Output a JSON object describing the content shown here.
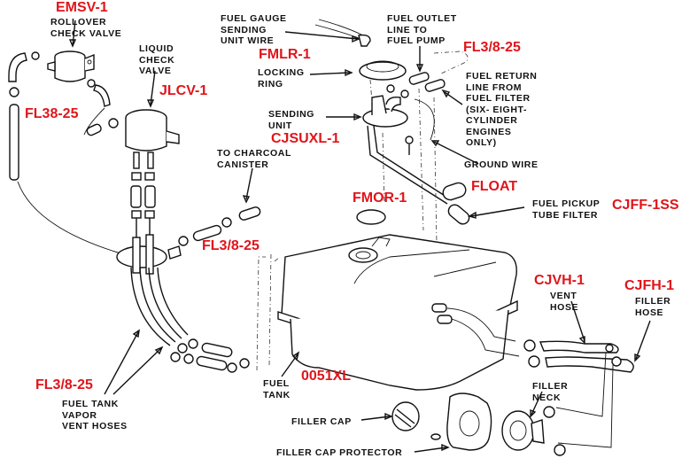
{
  "diagram": {
    "title": "Fuel tank and vapor system exploded view",
    "part_numbers": {
      "rollover_check_valve": "EMSV-1",
      "hose_left": "FL38-25",
      "liquid_check_valve": "JLCV-1",
      "locking_ring": "FMLR-1",
      "sending_unit": "CJSUXL-1",
      "fuel_outlet_return_hose": "FL3/8-25",
      "o_ring": "FMOR-1",
      "float": "FLOAT",
      "pickup_filter": "CJFF-1SS",
      "canister_hose": "FL3/8-25",
      "vent_hoses": "FL3/8-25",
      "fuel_tank": "0051XL",
      "vent_hose": "CJVH-1",
      "filler_hose": "CJFH-1"
    },
    "labels": {
      "rollover_check_valve": "ROLLOVER\nCHECK VALVE",
      "liquid_check_valve": "LIQUID\nCHECK\nVALVE",
      "fuel_gauge_wire": "FUEL GAUGE\nSENDING\nUNIT WIRE",
      "fuel_outlet": "FUEL OUTLET\nLINE TO\nFUEL PUMP",
      "locking_ring": "LOCKING\nRING",
      "fuel_return": "FUEL RETURN\nLINE FROM\nFUEL FILTER\n(SIX- EIGHT-\nCYLINDER\nENGINES\nONLY)",
      "sending_unit": "SENDING\nUNIT",
      "to_charcoal": "TO CHARCOAL\nCANISTER",
      "ground_wire": "GROUND WIRE",
      "pickup_filter": "FUEL PICKUP\nTUBE FILTER",
      "vent_hoses": "FUEL TANK\nVAPOR\nVENT HOSES",
      "fuel_tank": "FUEL\nTANK",
      "vent_hose": "VENT\nHOSE",
      "filler_hose": "FILLER\nHOSE",
      "filler_neck": "FILLER\nNECK",
      "filler_cap": "FILLER CAP",
      "filler_cap_protector": "FILLER CAP PROTECTOR"
    }
  }
}
